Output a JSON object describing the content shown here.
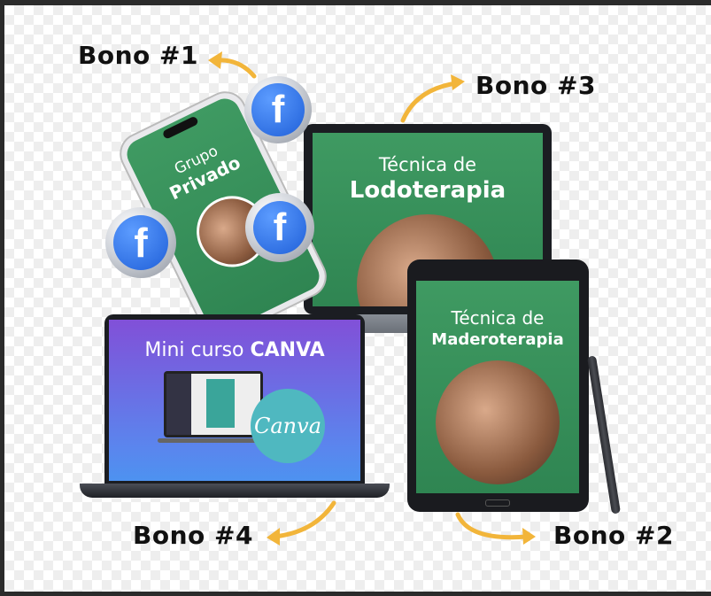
{
  "labels": {
    "bono1": "Bono #1",
    "bono2": "Bono #2",
    "bono3": "Bono #3",
    "bono4": "Bono #4"
  },
  "phone": {
    "line1": "Grupo",
    "line2": "Privado"
  },
  "laptop_top": {
    "line1": "Técnica de",
    "line2": "Lodoterapia"
  },
  "tablet": {
    "line1": "Técnica de",
    "line2": "Maderoterapia"
  },
  "laptop_canva": {
    "title_light": "Mini curso ",
    "title_bold": "CANVA",
    "logo": "Canva"
  },
  "facebook_icon": "f",
  "colors": {
    "arrow": "#f2b53a",
    "green": "#3a9560",
    "purple": "#7b4fd8",
    "blue": "#4d8ef0",
    "canva": "#4fb8c0"
  }
}
